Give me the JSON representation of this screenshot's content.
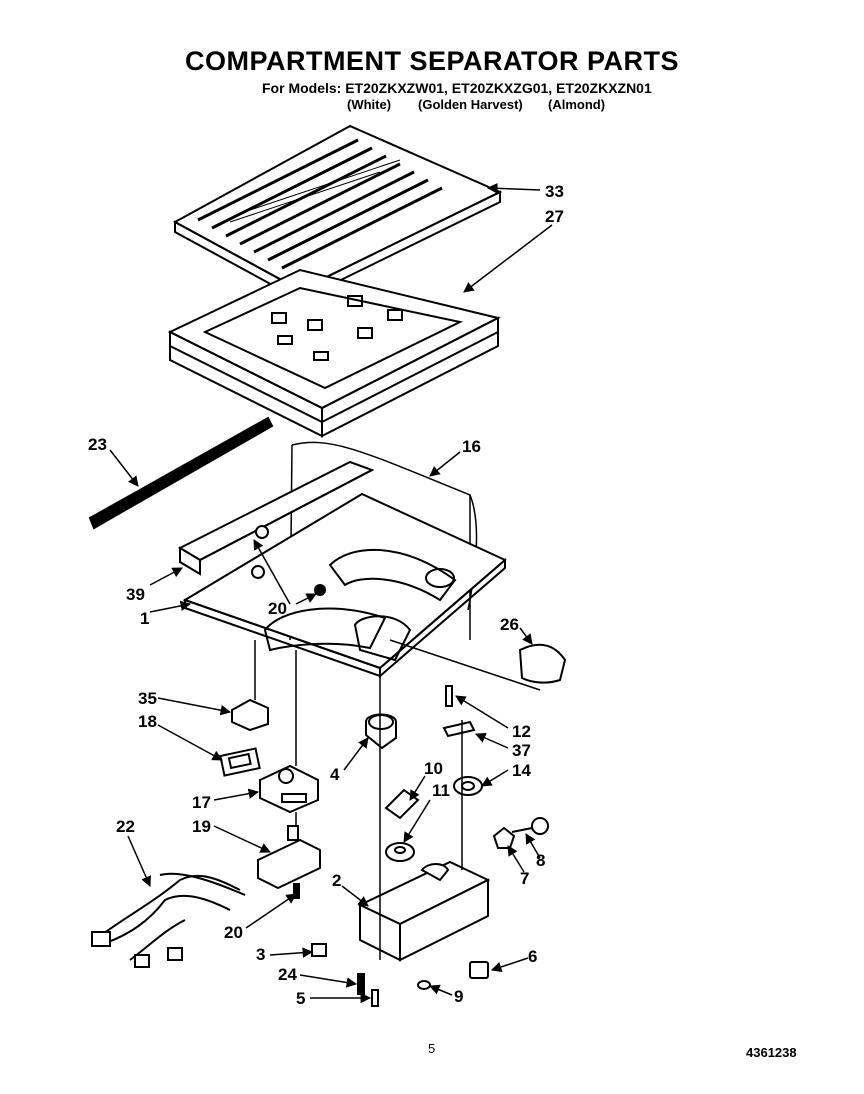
{
  "header": {
    "title": "COMPARTMENT SEPARATOR PARTS",
    "models_line": "For Models: ET20ZKXZW01, ET20ZKXZG01, ET20ZKXZN01",
    "finishes": [
      "(White)",
      "(Golden Harvest)",
      "(Almond)"
    ]
  },
  "footer": {
    "page_number": "5",
    "document_number": "4361238"
  },
  "callouts": [
    "33",
    "27",
    "23",
    "16",
    "39",
    "1",
    "20",
    "26",
    "35",
    "18",
    "12",
    "37",
    "14",
    "4",
    "10",
    "11",
    "17",
    "19",
    "22",
    "8",
    "7",
    "2",
    "20",
    "3",
    "6",
    "24",
    "9",
    "5"
  ]
}
